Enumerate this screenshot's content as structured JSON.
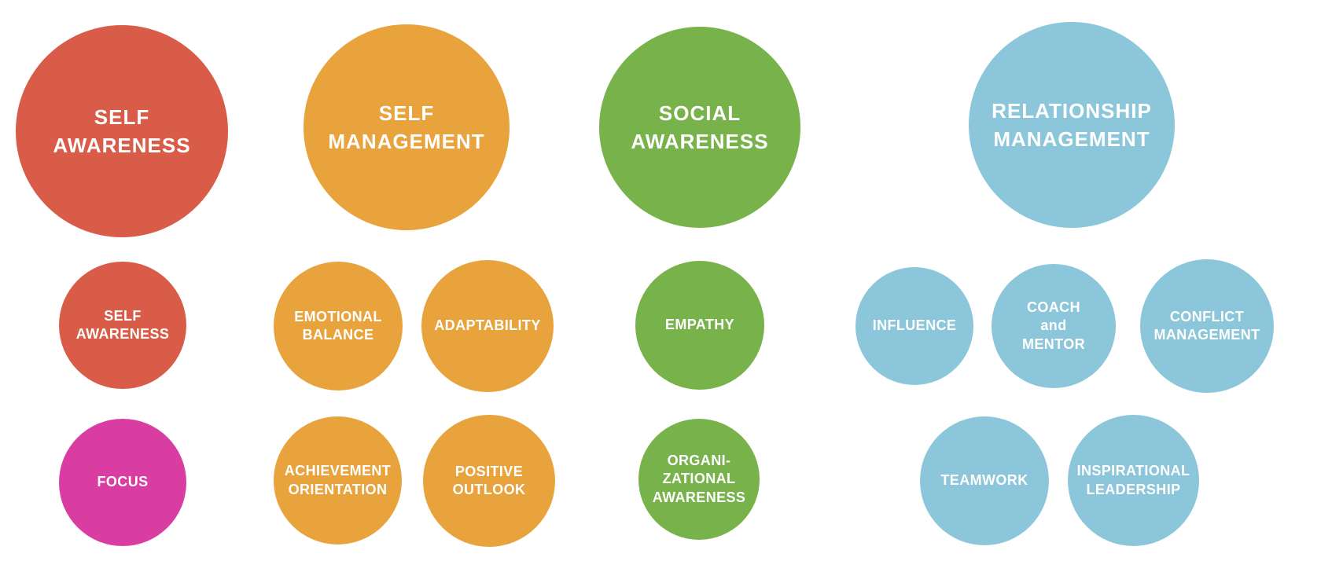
{
  "palette": {
    "red": "#D85C48",
    "orange": "#E8A33D",
    "green": "#77B24A",
    "blue": "#8BC6DB",
    "pink": "#D93DA2",
    "label_text": "#FFFFFF",
    "background": "#FFFFFF"
  },
  "columns": [
    {
      "name": "self-awareness",
      "domain": {
        "label": "SELF\nAWARENESS",
        "color": "#D85C48"
      },
      "competencies": [
        {
          "name": "self-awareness",
          "label": "SELF\nAWARENESS",
          "color": "#D85C48"
        },
        {
          "name": "focus",
          "label": "FOCUS",
          "color": "#D93DA2"
        }
      ]
    },
    {
      "name": "self-management",
      "domain": {
        "label": "SELF\nMANAGEMENT",
        "color": "#E8A33D"
      },
      "competencies": [
        {
          "name": "emotional-balance",
          "label": "EMOTIONAL\nBALANCE",
          "color": "#E8A33D"
        },
        {
          "name": "adaptability",
          "label": "ADAPTABILITY",
          "color": "#E8A33D"
        },
        {
          "name": "achievement-orientation",
          "label": "ACHIEVEMENT\nORIENTATION",
          "color": "#E8A33D"
        },
        {
          "name": "positive-outlook",
          "label": "POSITIVE\nOUTLOOK",
          "color": "#E8A33D"
        }
      ]
    },
    {
      "name": "social-awareness",
      "domain": {
        "label": "SOCIAL\nAWARENESS",
        "color": "#77B24A"
      },
      "competencies": [
        {
          "name": "empathy",
          "label": "EMPATHY",
          "color": "#77B24A"
        },
        {
          "name": "organizational-awareness",
          "label": "ORGANI-\nZATIONAL\nAWARENESS",
          "color": "#77B24A"
        }
      ]
    },
    {
      "name": "relationship-management",
      "domain": {
        "label": "RELATIONSHIP\nMANAGEMENT",
        "color": "#8BC6DB"
      },
      "competencies": [
        {
          "name": "influence",
          "label": "INFLUENCE",
          "color": "#8BC6DB"
        },
        {
          "name": "coach-and-mentor",
          "label": "COACH\nand\nMENTOR",
          "color": "#8BC6DB"
        },
        {
          "name": "conflict-management",
          "label": "CONFLICT\nMANAGEMENT",
          "color": "#8BC6DB"
        },
        {
          "name": "teamwork",
          "label": "TEAMWORK",
          "color": "#8BC6DB"
        },
        {
          "name": "inspirational-leadership",
          "label": "INSPIRATIONAL\nLEADERSHIP",
          "color": "#8BC6DB"
        }
      ]
    }
  ]
}
